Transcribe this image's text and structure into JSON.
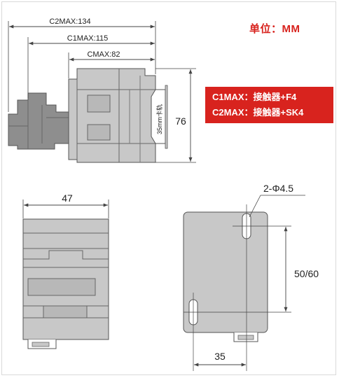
{
  "dimensions": {
    "c2max": "C2MAX:134",
    "c1max": "C1MAX:115",
    "cmax": "CMAX:82",
    "height": "76",
    "rail": "35mm卡轨",
    "front_width": "47",
    "holes": "2-Φ4.5",
    "hole_spacing": "50/60",
    "hole_offset": "35"
  },
  "unit_label": "单位：MM",
  "legend": [
    "C1MAX：接触器+F4",
    "C2MAX：接触器+SK4"
  ],
  "colors": {
    "body": "#c8c8c8",
    "body_dark": "#8e8e8e",
    "outline": "#555555",
    "dim_line": "#444444",
    "accent": "#d8231e"
  }
}
